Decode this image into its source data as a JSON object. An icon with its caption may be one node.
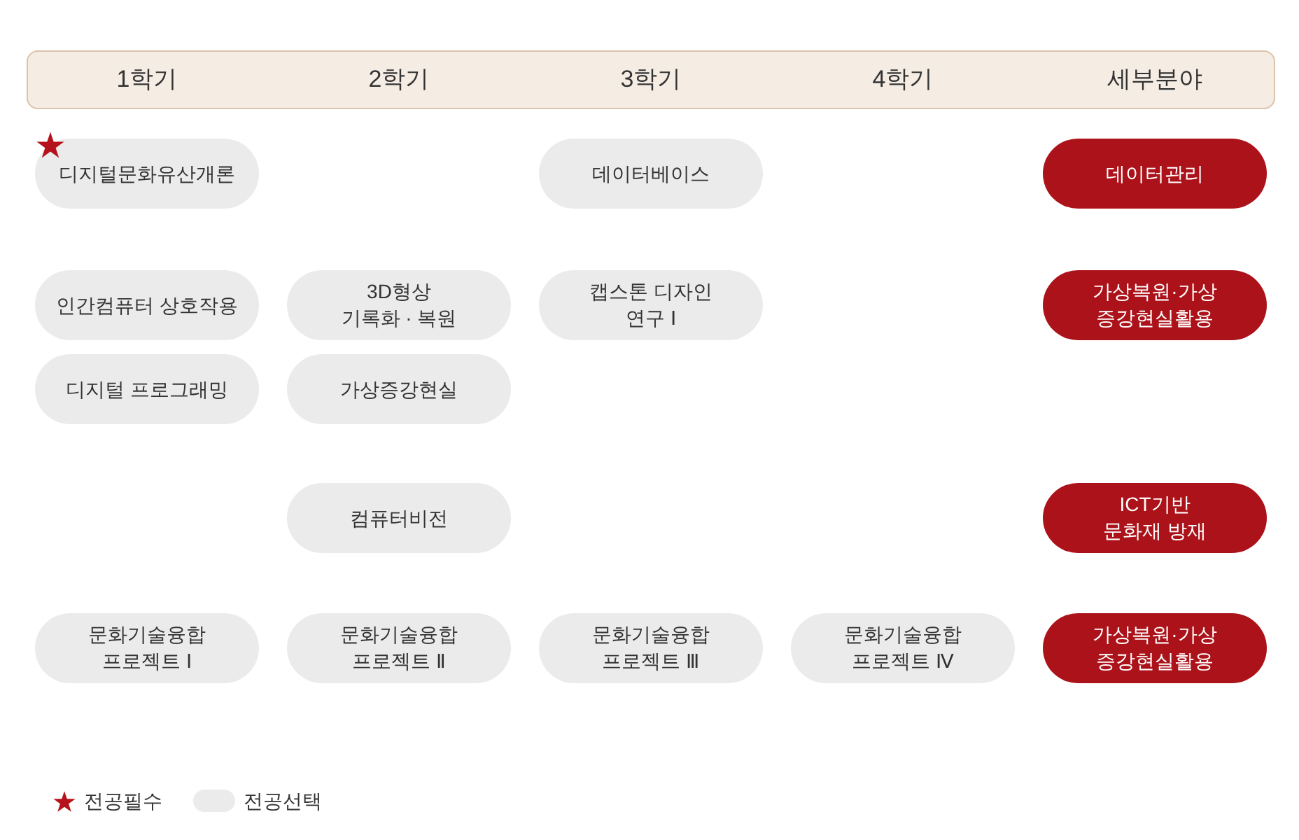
{
  "diagram": {
    "nodes": [
      {
        "text": [
          "1학기",
          "2학기",
          "3학기",
          "4학기",
          "세부분야"
        ]
      },
      {
        "text": [
          "디지털문화유산개론"
        ]
      },
      {
        "text": [
          "데이터베이스"
        ]
      },
      {
        "text": [
          "데이터관리"
        ]
      },
      {
        "text": [
          "인간컴퓨터 상호작용"
        ]
      },
      {
        "text": [
          "3D형상 기록화 · 복원"
        ]
      },
      {
        "text": [
          "캡스톤 디자인 연구 Ⅰ"
        ]
      },
      {
        "text": [
          "가상복원·가상 증강현실활용"
        ]
      },
      {
        "text": [
          "디지털 프로그래밍"
        ]
      },
      {
        "text": [
          "가상증강현실"
        ]
      },
      {
        "text": [
          "컴퓨터비전"
        ]
      },
      {
        "text": [
          "ICT기반 문화재 방재"
        ]
      },
      {
        "text": [
          "문화기술융합 프로젝트 Ⅰ"
        ]
      },
      {
        "text": [
          "문화기술융합 프로젝트 Ⅱ"
        ]
      },
      {
        "text": [
          "문화기술융합 프로젝트 Ⅲ"
        ]
      },
      {
        "text": [
          "문화기술융합 프로젝트 Ⅳ"
        ]
      },
      {
        "text": [
          "가상복원·가상 증강현실활용"
        ]
      }
    ],
    "legend": [
      {
        "text": "전공필수"
      },
      {
        "text": "전공선택",
        "color": "#ebebeb"
      }
    ]
  }
}
